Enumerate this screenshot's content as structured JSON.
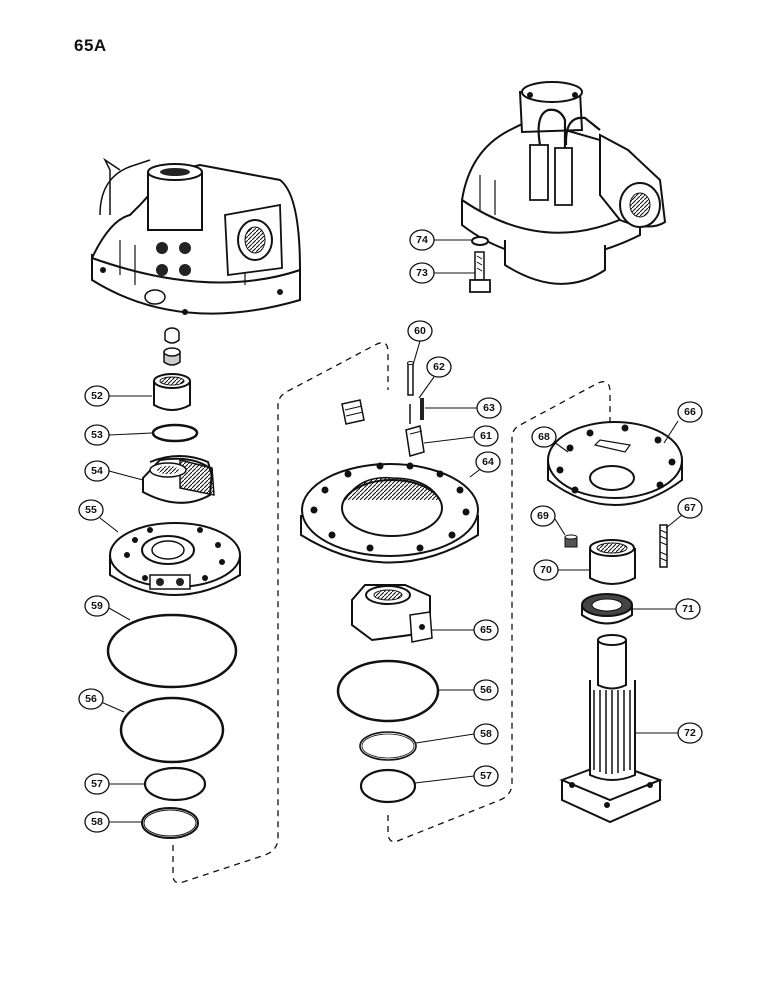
{
  "page": {
    "label": "65A"
  },
  "callouts": {
    "c52": "52",
    "c53": "53",
    "c54": "54",
    "c55": "55",
    "c56a": "56",
    "c56b": "56",
    "c57a": "57",
    "c57b": "57",
    "c58a": "58",
    "c58b": "58",
    "c59": "59",
    "c60": "60",
    "c61": "61",
    "c62": "62",
    "c63": "63",
    "c64": "64",
    "c65": "65",
    "c66": "66",
    "c67": "67",
    "c68": "68",
    "c69": "69",
    "c70": "70",
    "c71": "71",
    "c72": "72",
    "c73": "73",
    "c74": "74"
  }
}
